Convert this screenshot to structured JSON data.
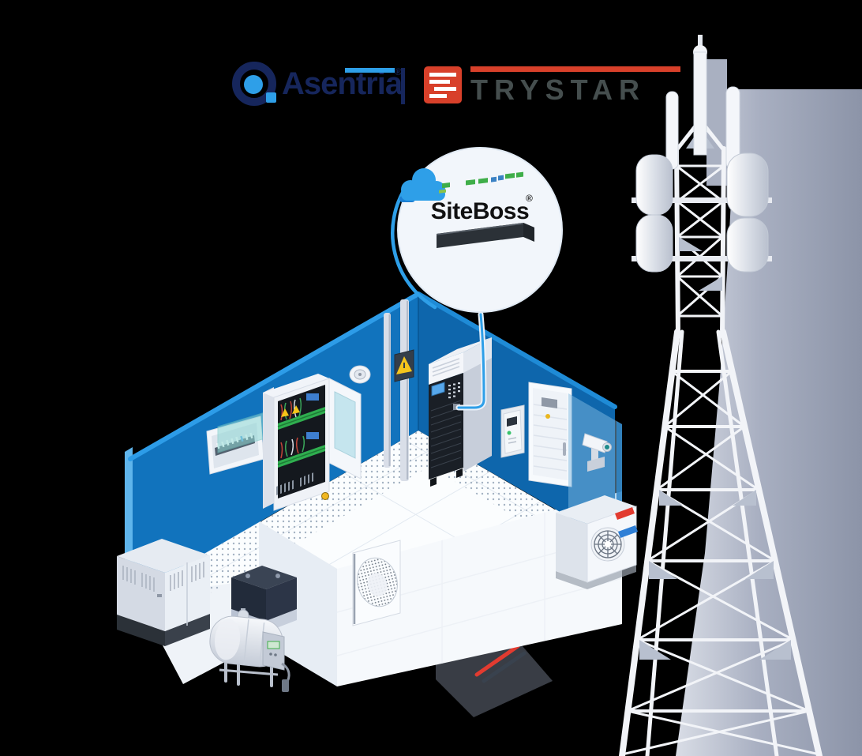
{
  "page": {
    "background": "#000000"
  },
  "header": {
    "asentria": {
      "name": "Asentria",
      "registered": "®"
    },
    "trystar": {
      "name": "TRYSTAR"
    }
  },
  "callout": {
    "product": "SiteBoss",
    "registered": "®"
  },
  "colors": {
    "asentria-navy": "#16265C",
    "asentria-blue": "#2E9FE8",
    "trystar-red": "#D8402A",
    "trystar-gray": "#454E4E",
    "wall-blue": "#1173BD",
    "wall-blue-dark": "#0E66AC",
    "accent-blue": "#2E9FE8",
    "siteboss-text": "#111111"
  },
  "icons": {
    "cloud-icon": "☁",
    "tower-icon": "lattice cell tower",
    "camera-icon": "cctv camera",
    "smoke-detector-icon": "round detector",
    "warning-icon": "⚠",
    "fan-icon": "vent fan"
  }
}
